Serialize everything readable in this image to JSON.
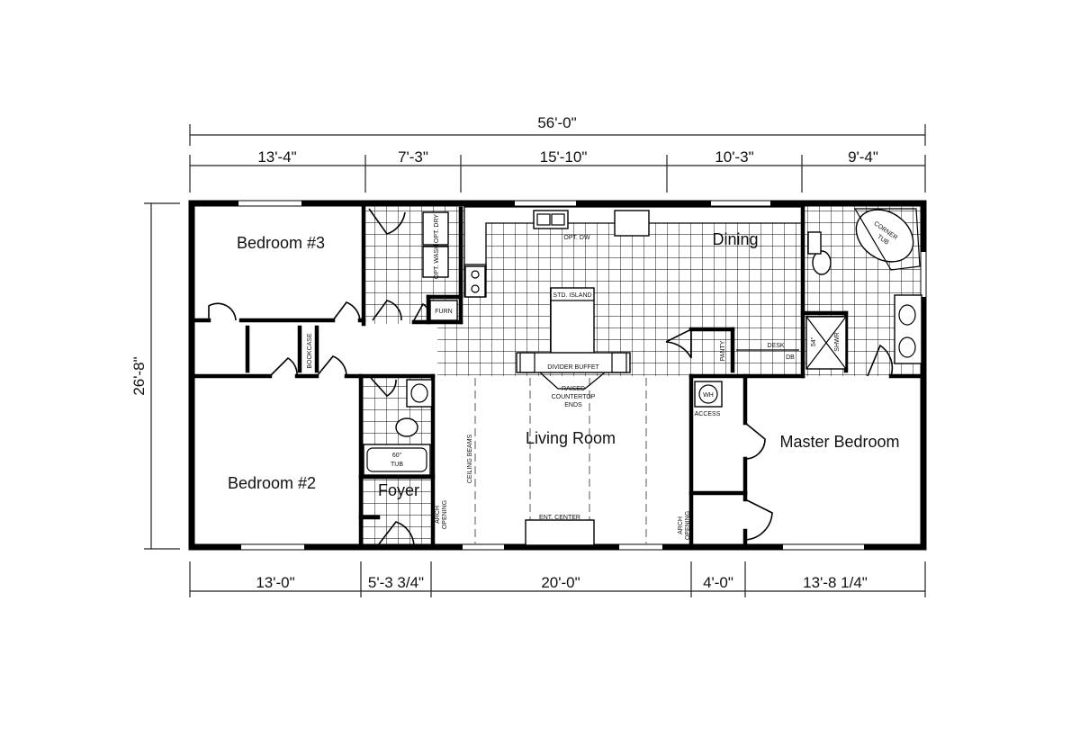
{
  "dimensions": {
    "overall_width": "56'-0\"",
    "overall_depth": "26'-8\"",
    "top": [
      "13'-4\"",
      "7'-3\"",
      "15'-10\"",
      "10'-3\"",
      "9'-4\""
    ],
    "bottom": [
      "13'-0\"",
      "5'-3 3/4\"",
      "20'-0\"",
      "4'-0\"",
      "13'-8 1/4\""
    ]
  },
  "rooms": {
    "bedroom3": "Bedroom #3",
    "bedroom2": "Bedroom #2",
    "dining": "Dining",
    "living": "Living Room",
    "master": "Master Bedroom",
    "foyer": "Foyer"
  },
  "labels": {
    "opt_dry": "OPT. DRY",
    "opt_wash": "OPT. WASH",
    "furn": "FURN",
    "opt_dw": "OPT. DW",
    "std_island": "STD. ISLAND",
    "divider_buffet": "DIVIDER BUFFET",
    "raised_countertop_1": "RAISED",
    "raised_countertop_2": "COUNTERTOP",
    "raised_countertop_3": "ENDS",
    "pantry": "PANTY",
    "desk": "DESK",
    "db": "DB",
    "shower_size": "54\"",
    "shwr": "SHWR",
    "corner_tub_1": "CORNER",
    "corner_tub_2": "TUB",
    "wh": "WH",
    "access": "ACCESS",
    "bookcase": "BOOKCASE",
    "tub_size": "60\"",
    "tub": "TUB",
    "ceiling_beams": "CEILING BEAMS",
    "arch_opening_left_1": "ARCH",
    "arch_opening_left_2": "OPENING",
    "arch_opening_right_1": "ARCH",
    "arch_opening_right_2": "OPENING",
    "ent_center": "ENT. CENTER"
  }
}
